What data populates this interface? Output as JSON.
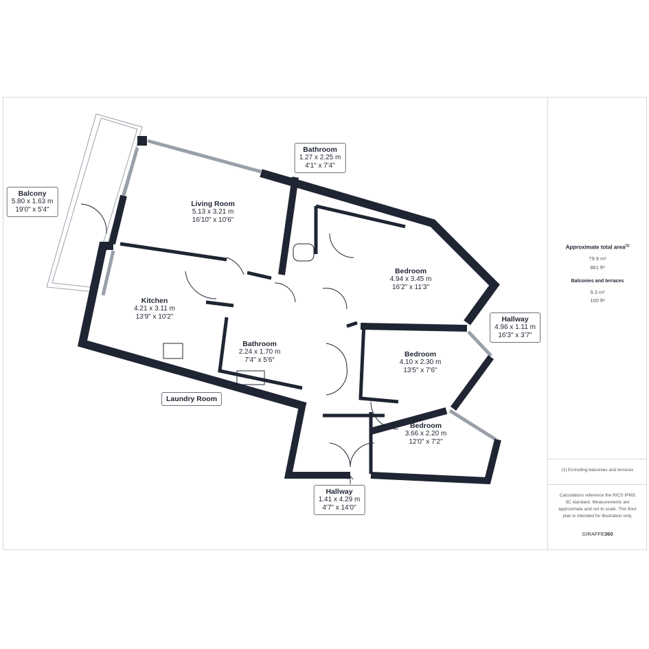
{
  "rooms": {
    "living": {
      "name": "Living Room",
      "metric": "5.13 x 3.21 m",
      "imperial": "16'10\" x 10'6\""
    },
    "kitchen": {
      "name": "Kitchen",
      "metric": "4.21 x 3.11 m",
      "imperial": "13'9\" x 10'2\""
    },
    "balcony": {
      "name": "Balcony",
      "metric": "5.80 x 1.63 m",
      "imperial": "19'0\" x 5'4\""
    },
    "bathroom1": {
      "name": "Bathroom",
      "metric": "1.27 x 2.25 m",
      "imperial": "4'1\" x 7'4\""
    },
    "bathroom2": {
      "name": "Bathroom",
      "metric": "2.24 x 1.70 m",
      "imperial": "7'4\" x 5'6\""
    },
    "bedroom1": {
      "name": "Bedroom",
      "metric": "4.94 x 3.45 m",
      "imperial": "16'2\" x 11'3\""
    },
    "bedroom2": {
      "name": "Bedroom",
      "metric": "4.10 x 2.30 m",
      "imperial": "13'5\" x 7'6\""
    },
    "bedroom3": {
      "name": "Bedroom",
      "metric": "3.66 x 2.20 m",
      "imperial": "12'0\" x 7'2\""
    },
    "hallway1": {
      "name": "Hallway",
      "metric": "4.96 x 1.11 m",
      "imperial": "16'3\" x 3'7\""
    },
    "hallway2": {
      "name": "Hallway",
      "metric": "1.41 x 4.29 m",
      "imperial": "4'7\" x 14'0\""
    },
    "laundry": {
      "name": "Laundry Room"
    }
  },
  "panel": {
    "total_title": "Approximate total area",
    "total_sup": "(1)",
    "total_m2": "79.9 m²",
    "total_ft2": "861 ft²",
    "balc_title": "Balconies and terraces",
    "balc_m2": "9.3 m²",
    "balc_ft2": "100 ft²",
    "footnote": "(1) Excluding balconies and terraces",
    "disclaimer": "Calculations reference the RICS IPMS 3C standard. Measurements are approximate and not to scale. This floor plan is intended for illustration only.",
    "brand_a": "GIRAFFE",
    "brand_b": "360"
  },
  "colors": {
    "wall": "#1f2532",
    "window": "#9aa0aa"
  }
}
